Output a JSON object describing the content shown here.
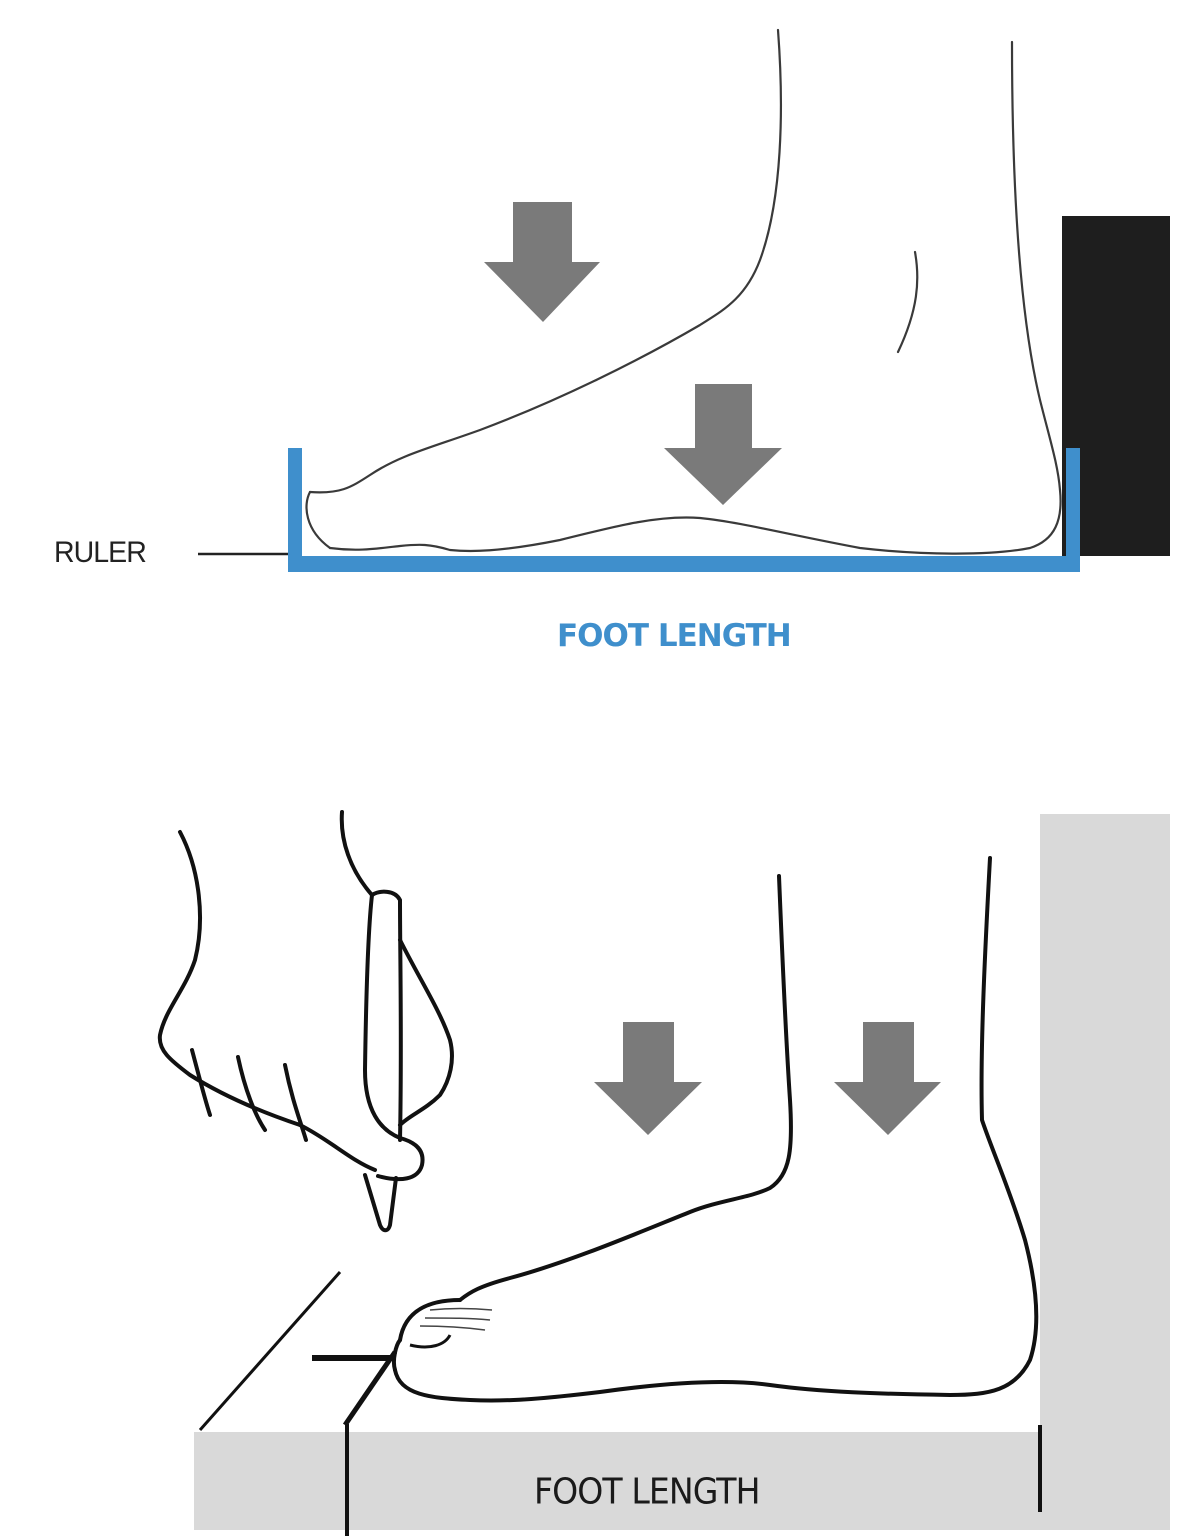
{
  "diagram": {
    "colors": {
      "accent_blue": "#3f8fcc",
      "arrow_gray": "#7a7a7a",
      "outline": "#1a1a1a",
      "wall_dark": "#1e1e1e",
      "wall_light": "#d9d9d9",
      "ruler_light": "#d9d9d9"
    },
    "top_panel": {
      "ruler_label": "RULER",
      "measure_label": "FOOT LENGTH",
      "arrows": [
        {
          "name": "down-arrow-1",
          "direction": "down"
        },
        {
          "name": "down-arrow-2",
          "direction": "down"
        }
      ],
      "elements": [
        "foot-outline",
        "blue-measurement-bracket",
        "black-wall-block",
        "ruler-line"
      ]
    },
    "bottom_panel": {
      "measure_label": "FOOT LENGTH",
      "arrows": [
        {
          "name": "down-arrow-1",
          "direction": "down"
        },
        {
          "name": "down-arrow-2",
          "direction": "down"
        }
      ],
      "elements": [
        "hand-with-pen",
        "foot-outline",
        "paper-ruler",
        "gray-wall",
        "toe-mark"
      ]
    }
  }
}
